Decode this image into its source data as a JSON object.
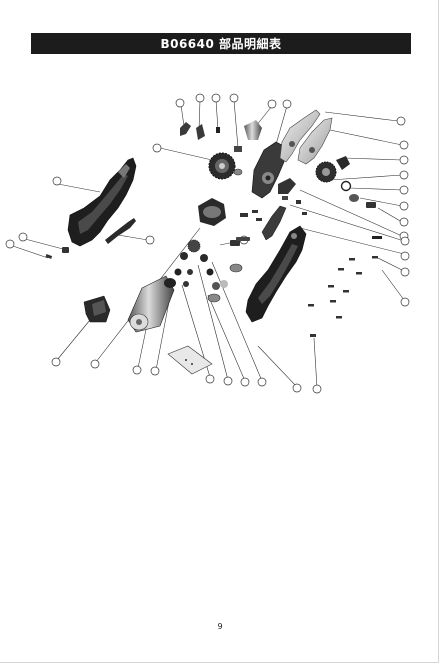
{
  "header": {
    "title": "B06640 部品明細表"
  },
  "diagram": {
    "subject": "exploded-view-parts-diagram"
  },
  "footer": {
    "page_number": "9"
  }
}
